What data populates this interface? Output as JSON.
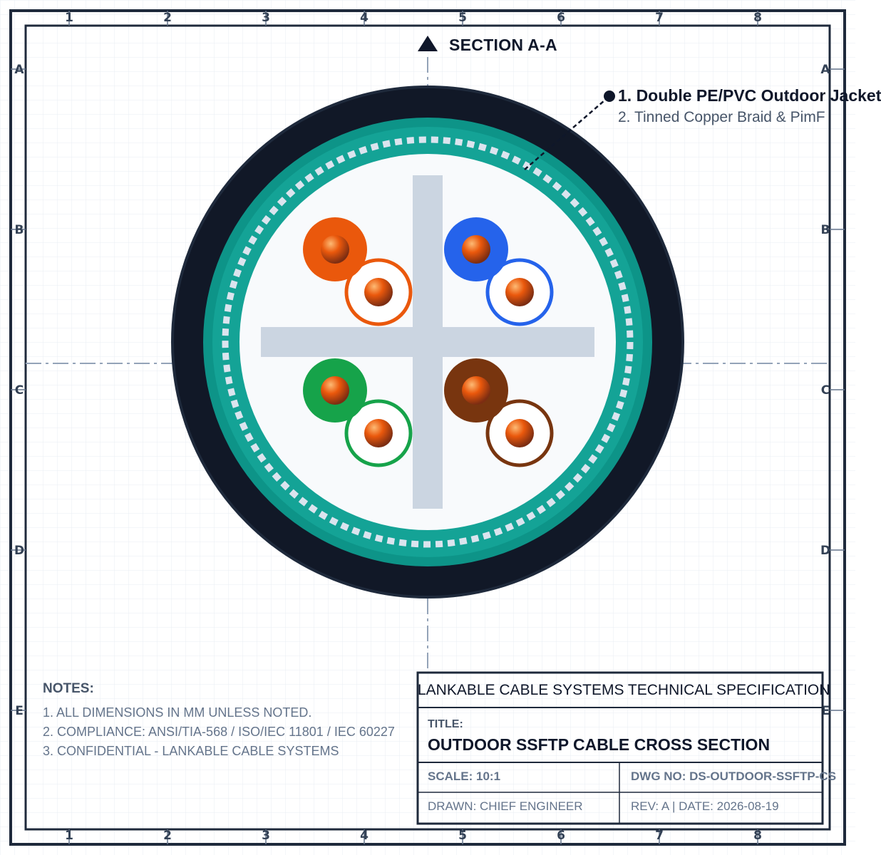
{
  "drawing": {
    "section_label": "SECTION A-A",
    "zone_columns": [
      "1",
      "2",
      "3",
      "4",
      "5",
      "6",
      "7",
      "8"
    ],
    "zone_rows": [
      "A",
      "B",
      "C",
      "D",
      "E"
    ]
  },
  "callout": {
    "line1": "1. Double PE/PVC Outdoor Jacket",
    "line2": "2. Tinned Copper Braid & PimF"
  },
  "cable": {
    "jacket_color": "#111827",
    "shield_color": "#0d9488",
    "core_color": "#f8fafc",
    "separator_color": "#cbd5e1",
    "pairs": [
      {
        "name": "orange",
        "color": "#ea580c"
      },
      {
        "name": "blue",
        "color": "#2563eb"
      },
      {
        "name": "green",
        "color": "#16a34a"
      },
      {
        "name": "brown",
        "color": "#78350f"
      }
    ]
  },
  "notes": {
    "heading": "NOTES:",
    "items": [
      "1. ALL DIMENSIONS IN MM UNLESS NOTED.",
      "2. COMPLIANCE: ANSI/TIA-568 / ISO/IEC 11801 / IEC 60227",
      "3. CONFIDENTIAL - LANKABLE CABLE SYSTEMS"
    ]
  },
  "title_block": {
    "company": "LANKABLE CABLE SYSTEMS TECHNICAL SPECIFICATION",
    "title_label": "TITLE:",
    "title": "OUTDOOR SSFTP CABLE CROSS SECTION",
    "scale": "SCALE: 10:1",
    "dwg_no": "DWG NO: DS-OUTDOOR-SSFTP-CS",
    "drawn": "DRAWN: CHIEF ENGINEER",
    "rev_date": "REV: A | DATE: 2026-08-19"
  }
}
